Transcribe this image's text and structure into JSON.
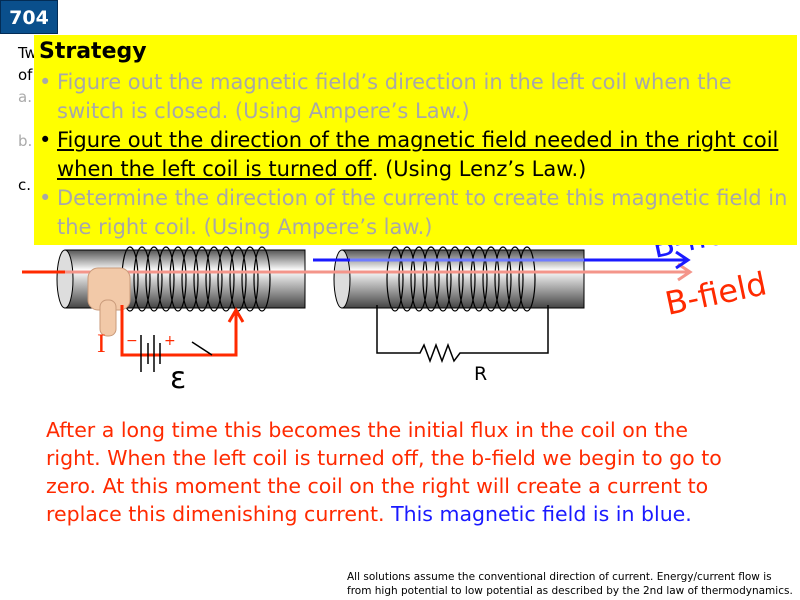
{
  "slide_number": "704",
  "background_fragments": [
    "Tw",
    "of",
    "a.",
    "b.",
    "c."
  ],
  "strategy": {
    "title": "Strategy",
    "items": [
      {
        "text": "Figure out the magnetic field’s direction in the left coil when the switch is closed. (Using Ampere’s Law.)",
        "active": false
      },
      {
        "text_underlined": "Figure out the direction of the magnetic field needed in the right coil when the left coil is turned off",
        "text_rest": ". (Using Lenz’s Law.)",
        "active": true
      },
      {
        "text": "Determine the direction of the current to create this magnetic field in the right coil. (Using Ampere’s law.)",
        "active": false
      }
    ]
  },
  "diagram": {
    "current_label": "I",
    "emf_label": "ε",
    "minus_label": "−",
    "plus_label": "+",
    "resistor_label": "R",
    "bfield_blue_label": "B-field",
    "bfield_red_label": "B-field",
    "colors": {
      "red": "#ff2a00",
      "blue": "#1a1aff",
      "light_red": "#f4958a",
      "light_blue": "#6f7cff"
    }
  },
  "explanation": {
    "red_text": "After a long time this becomes the initial flux in the coil on the right. When the left coil is turned off, the b-field we begin to go to zero. At this moment the coil on the right will create a current to replace this dimenishing current.",
    "blue_text": "This magnetic field is in blue."
  },
  "footnote": "All solutions assume the conventional direction of current. Energy/current flow is from high potential to low potential as described by the 2nd law of thermodynamics."
}
